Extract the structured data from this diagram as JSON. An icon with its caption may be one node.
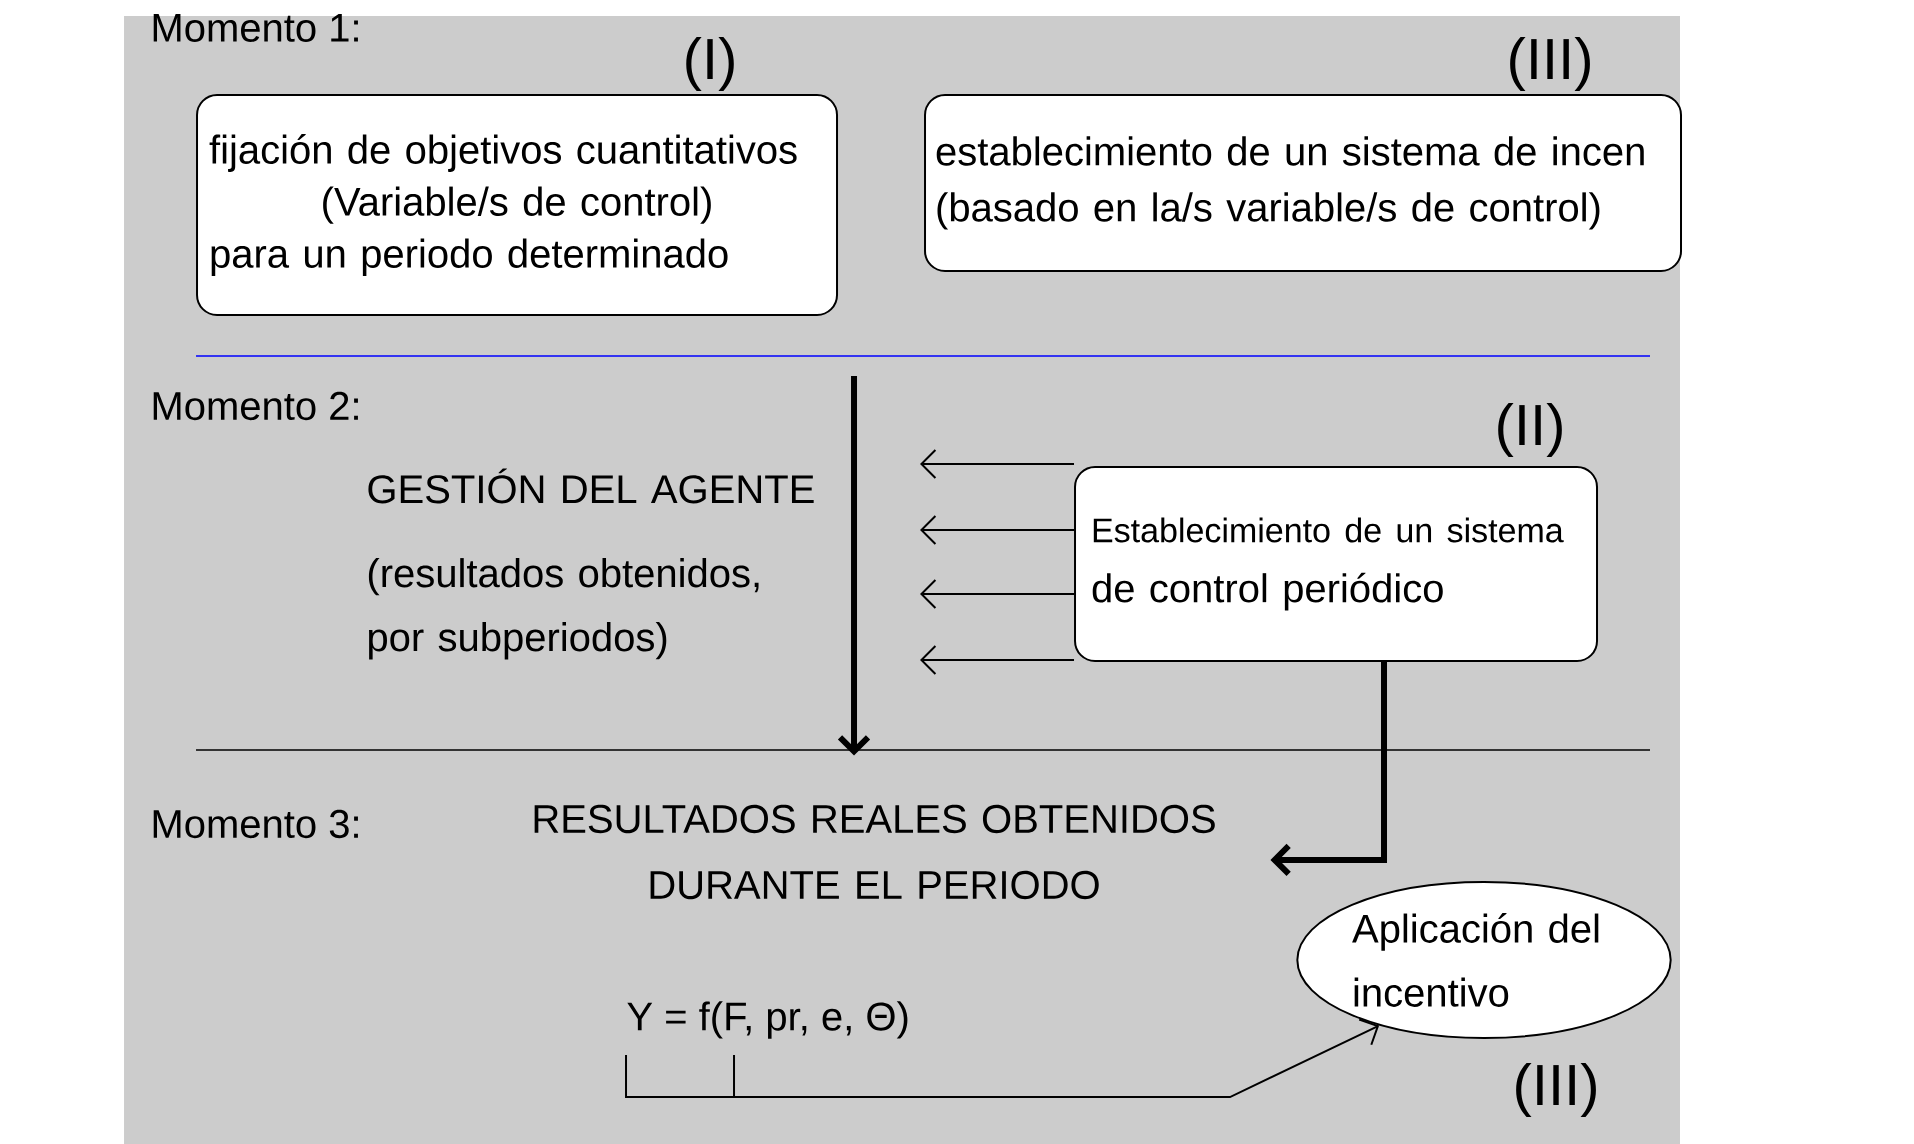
{
  "diagram": {
    "nodes": [
      {
        "text": [
          "fijación de objetivos cuantitativos",
          "(Variable/s de control)",
          "para un periodo determinado"
        ],
        "beside": [
          "(I)"
        ]
      },
      {
        "text": [
          "establecimiento de un sistema de incen",
          "(basado en la/s variable/s de control)"
        ],
        "beside": [
          "(III)"
        ]
      },
      {
        "text": [
          "GESTIÓN DEL AGENTE",
          "(resultados obtenidos, por subperiodos)"
        ]
      },
      {
        "text": [
          "Establecimiento de un sistema",
          "de control periódico"
        ],
        "beside": [
          "(II)"
        ]
      },
      {
        "text": [
          "RESULTADOS REALES OBTENIDOS DURANTE EL PERIODO"
        ]
      },
      {
        "text": [
          "Aplicación del incentivo"
        ],
        "beside": [
          "(III)"
        ]
      },
      {
        "text": [
          "Y = f(F, pr, e, Θ)"
        ]
      }
    ],
    "edges": [
      {
        "from": null,
        "to": 4,
        "arrow": "to",
        "style": "thick"
      },
      {
        "from": 3,
        "to": null,
        "arrow": "to"
      },
      {
        "from": 3,
        "to": null,
        "arrow": "to"
      },
      {
        "from": 3,
        "to": null,
        "arrow": "to"
      },
      {
        "from": 3,
        "to": null,
        "arrow": "to"
      },
      {
        "from": 3,
        "to": 4,
        "arrow": "to",
        "style": "thick"
      },
      {
        "from": 6,
        "to": 5,
        "arrow": "to"
      }
    ],
    "labels": [
      "Momento 1:",
      "Momento 2:",
      "Momento 3:"
    ]
  }
}
